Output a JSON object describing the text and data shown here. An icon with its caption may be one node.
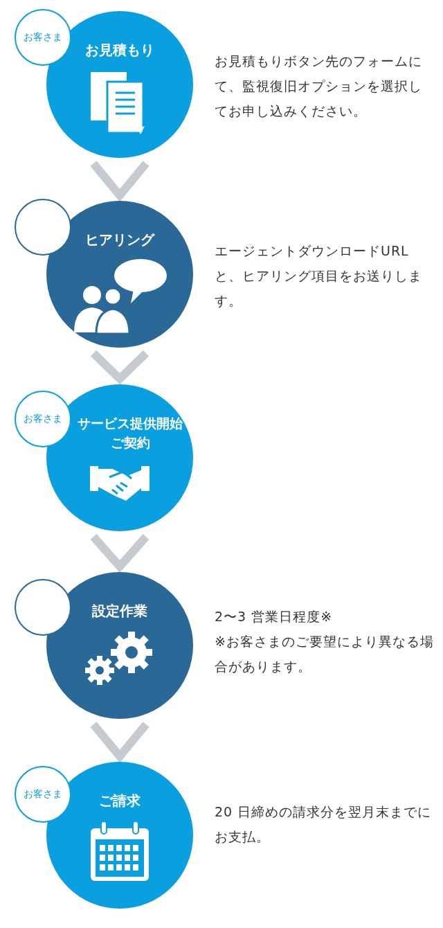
{
  "diagram": {
    "nodes": [
      {
        "text": [
          "お客さま"
        ]
      },
      {
        "text": [
          "お見積もり"
        ],
        "beside": [
          "お見積もりボタン先のフォームにて、監視復旧オプションを選択してお申し込みください。"
        ]
      },
      {
        "text": [],
        "shape": "circle"
      },
      {
        "text": [
          "ヒアリング"
        ],
        "beside": [
          "エージェントダウンロードURL と、ヒアリング項目をお送りします。"
        ]
      },
      {
        "text": [
          "お客さま"
        ]
      },
      {
        "text": [
          "サービス提供開始ご契約"
        ]
      },
      {
        "text": [],
        "shape": "circle"
      },
      {
        "text": [
          "設定作業"
        ],
        "beside": [
          "2〜3 営業日程度※",
          "※お客さまのご要望により異なる場合があります。"
        ]
      },
      {
        "text": [
          "お客さま"
        ]
      },
      {
        "text": [
          "ご請求"
        ],
        "beside": [
          "20 日締めの請求分を翌月末までにお支払。"
        ]
      }
    ],
    "edges": [
      {
        "from": 1,
        "to": 3,
        "arrow": "to"
      },
      {
        "from": 3,
        "to": 5,
        "arrow": "to"
      },
      {
        "from": 5,
        "to": 7,
        "arrow": "to"
      },
      {
        "from": 7,
        "to": 9,
        "arrow": "to"
      }
    ]
  }
}
